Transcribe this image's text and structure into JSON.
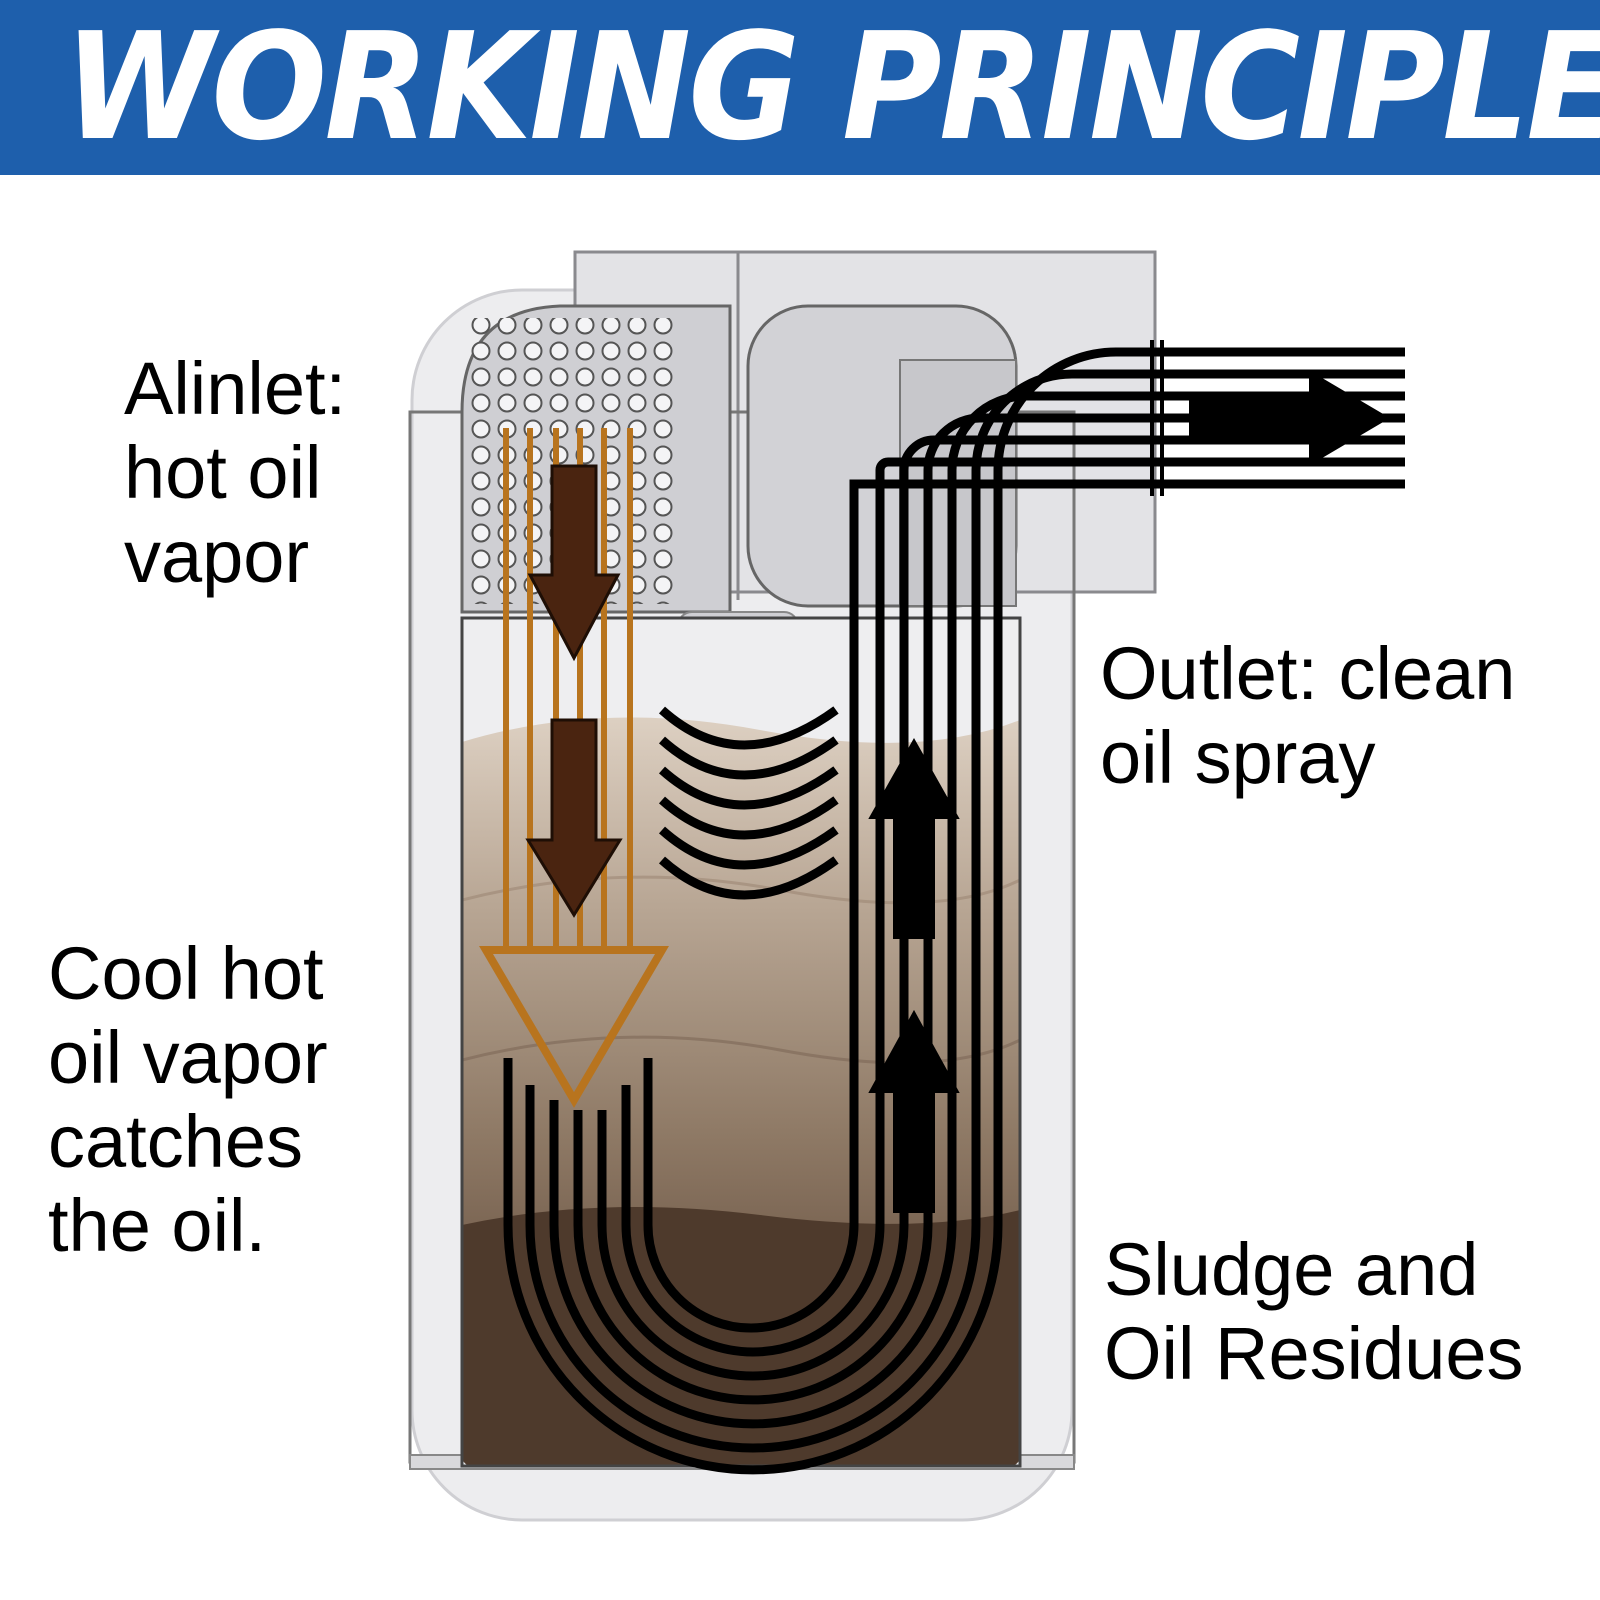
{
  "title": "WORKING PRINCIPLE",
  "labels": {
    "inlet": [
      "Alinlet:",
      "hot oil",
      "vapor"
    ],
    "cool": [
      "Cool hot",
      "oil vapor",
      "catches",
      "the oil."
    ],
    "outlet": [
      "Outlet: clean",
      "oil spray"
    ],
    "sludge": [
      "Sludge and",
      "Oil Residues"
    ]
  },
  "colors": {
    "banner": "#1e5fac",
    "banner_text": "#ffffff",
    "inflow_lines": "#b8741e",
    "inflow_arrows": "#4a2410",
    "flow_lines": "#000000",
    "oil_light": "#d8c6b4",
    "oil_mid": "#a08a78",
    "oil_dark": "#6f5a48",
    "sludge": "#4e3a2c",
    "housing": "#e6e6e8",
    "filter_mesh": "#c4c4c8"
  }
}
